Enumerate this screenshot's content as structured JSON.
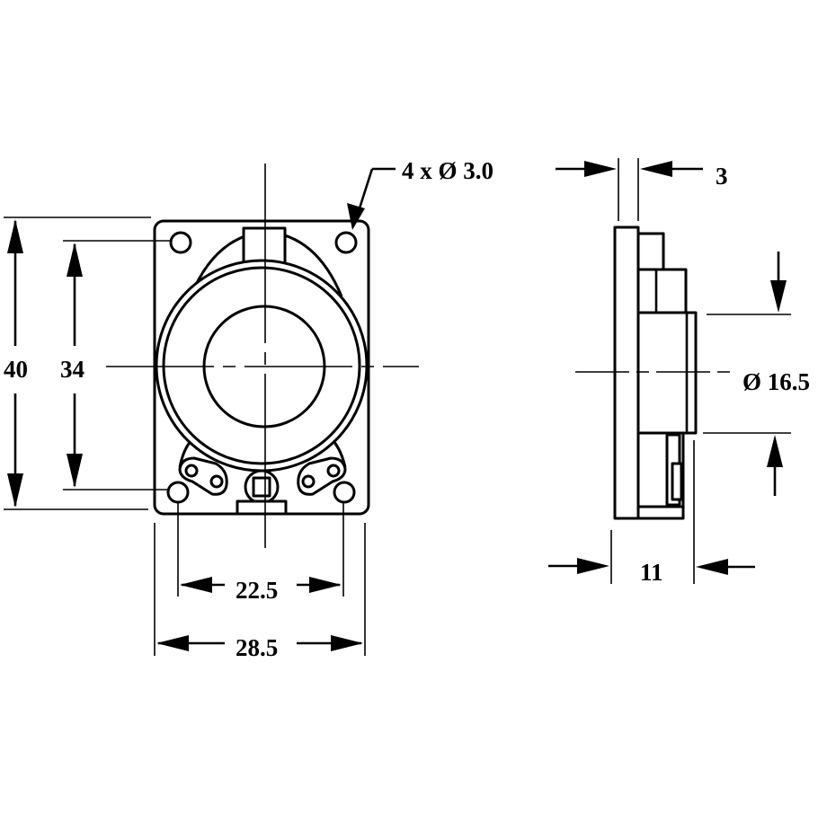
{
  "labels": {
    "holes": "4 x Ø 3.0",
    "flange_thickness": "3",
    "height_outer": "40",
    "height_holes": "34",
    "diameter": "Ø 16.5",
    "width_holes": "22.5",
    "width_outer": "28.5",
    "depth": "11"
  }
}
